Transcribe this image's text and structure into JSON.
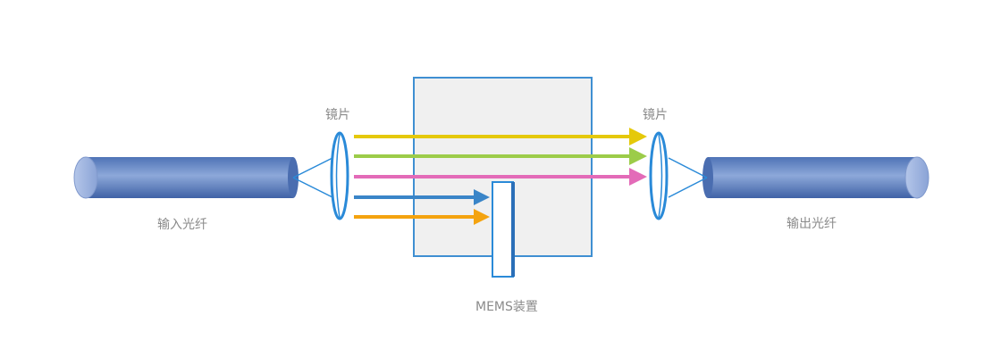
{
  "labels": {
    "lens_left": "镜片",
    "lens_right": "镜片",
    "input_fiber": "输入光纤",
    "output_fiber": "输出光纤",
    "mems_device": "MEMS装置"
  },
  "colors": {
    "fiber_body": "#6f8fcc",
    "fiber_end": "#9db3e0",
    "lens_stroke": "#2a8ad8",
    "lens_fill": "#ffffff",
    "box_stroke": "#3f8fd2",
    "box_fill": "#f0f0f0",
    "beam_yellow": "#e5c90a",
    "beam_green": "#9ccc49",
    "beam_pink": "#e36bb8",
    "beam_blue": "#3a85c8",
    "beam_orange": "#f4a30f",
    "mirror_stroke": "#2a8ad8",
    "label_text": "#8a8a8a"
  }
}
